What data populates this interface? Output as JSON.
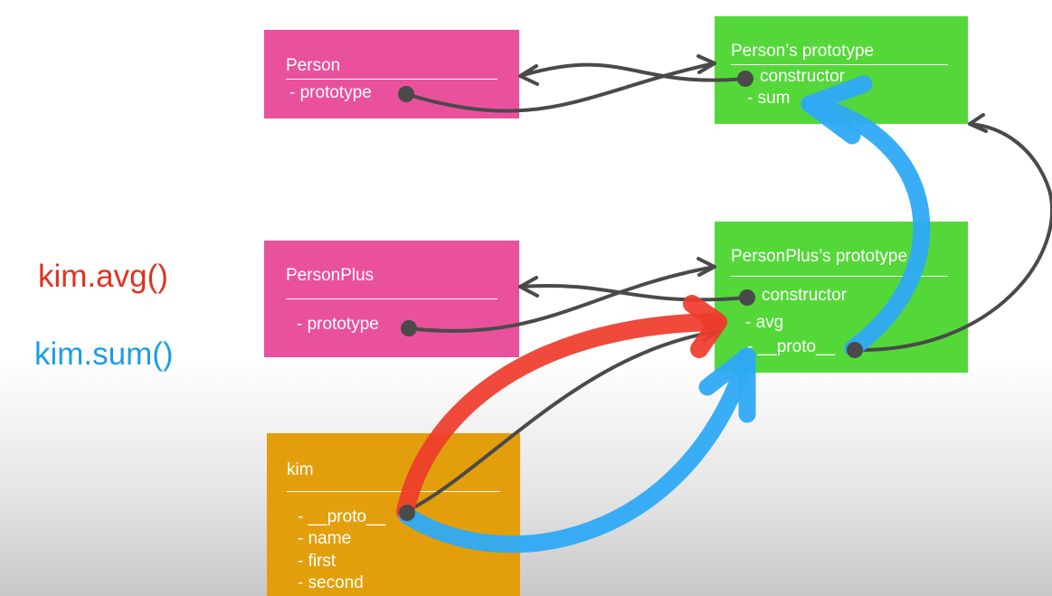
{
  "boxes": {
    "person": {
      "title": "Person",
      "items": [
        "- prototype"
      ]
    },
    "person_proto": {
      "title": "Person’s prototype",
      "items": [
        "constructor",
        "- sum"
      ]
    },
    "personplus": {
      "title": "PersonPlus",
      "items": [
        "- prototype"
      ]
    },
    "personplus_proto": {
      "title": "PersonPlus’s prototype",
      "items": [
        "constructor",
        "- avg",
        "- __proto__"
      ]
    },
    "kim": {
      "title": "kim",
      "items": [
        "- __proto__",
        "- name",
        "- first",
        "- second"
      ]
    }
  },
  "labels": {
    "avg_call": "kim.avg()",
    "sum_call": "kim.sum()"
  },
  "colors": {
    "function_box": "#ea519c",
    "prototype_box": "#54d839",
    "object_box": "#e39f0b",
    "reference_line": "#4a4a4a",
    "avg_path": "#ee3b2b",
    "sum_path": "#2eaaf5"
  }
}
